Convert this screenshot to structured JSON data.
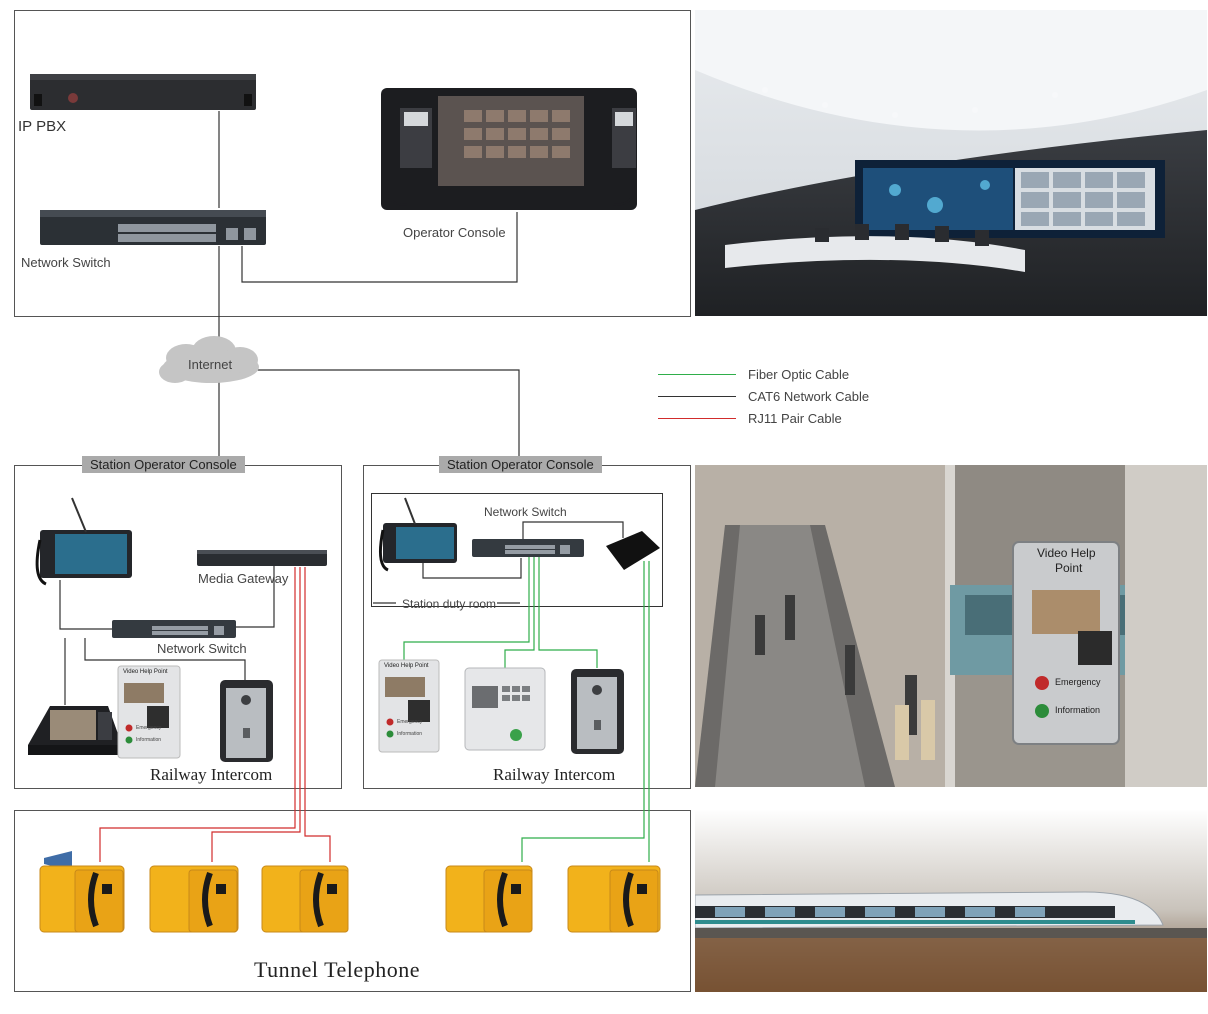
{
  "top": {
    "ip_pbx": "IP PBX",
    "network_switch": "Network Switch",
    "operator_console": "Operator Console",
    "internet": "Internet"
  },
  "legend": [
    {
      "label": "Fiber Optic Cable",
      "color": "#2fae4a"
    },
    {
      "label": "CAT6 Network Cable",
      "color": "#333333"
    },
    {
      "label": "RJ11 Pair Cable",
      "color": "#d12c2c"
    }
  ],
  "left_station": {
    "tag": "Station Operator Console",
    "media_gateway": "Media Gateway",
    "network_switch": "Network Switch",
    "railway_intercom": "Railway Intercom",
    "help_point_title": "Video Help Point",
    "help_point_emergency": "Emergency",
    "help_point_info": "Information"
  },
  "right_station": {
    "tag": "Station Operator Console",
    "network_switch": "Network Switch",
    "duty_room": "Station duty room",
    "railway_intercom": "Railway Intercom",
    "help_point_title": "Video Help Point",
    "help_point_emergency": "Emergency",
    "help_point_info": "Information"
  },
  "tunnel": {
    "title": "Tunnel Telephone"
  },
  "photo_help_point": {
    "title_line1": "Video Help",
    "title_line2": "Point",
    "emergency": "Emergency",
    "information": "Information"
  },
  "colors": {
    "fiber": "#2fae4a",
    "cat6": "#333333",
    "rj11": "#d12c2c",
    "tunnel_phone": "#f2b21b"
  }
}
